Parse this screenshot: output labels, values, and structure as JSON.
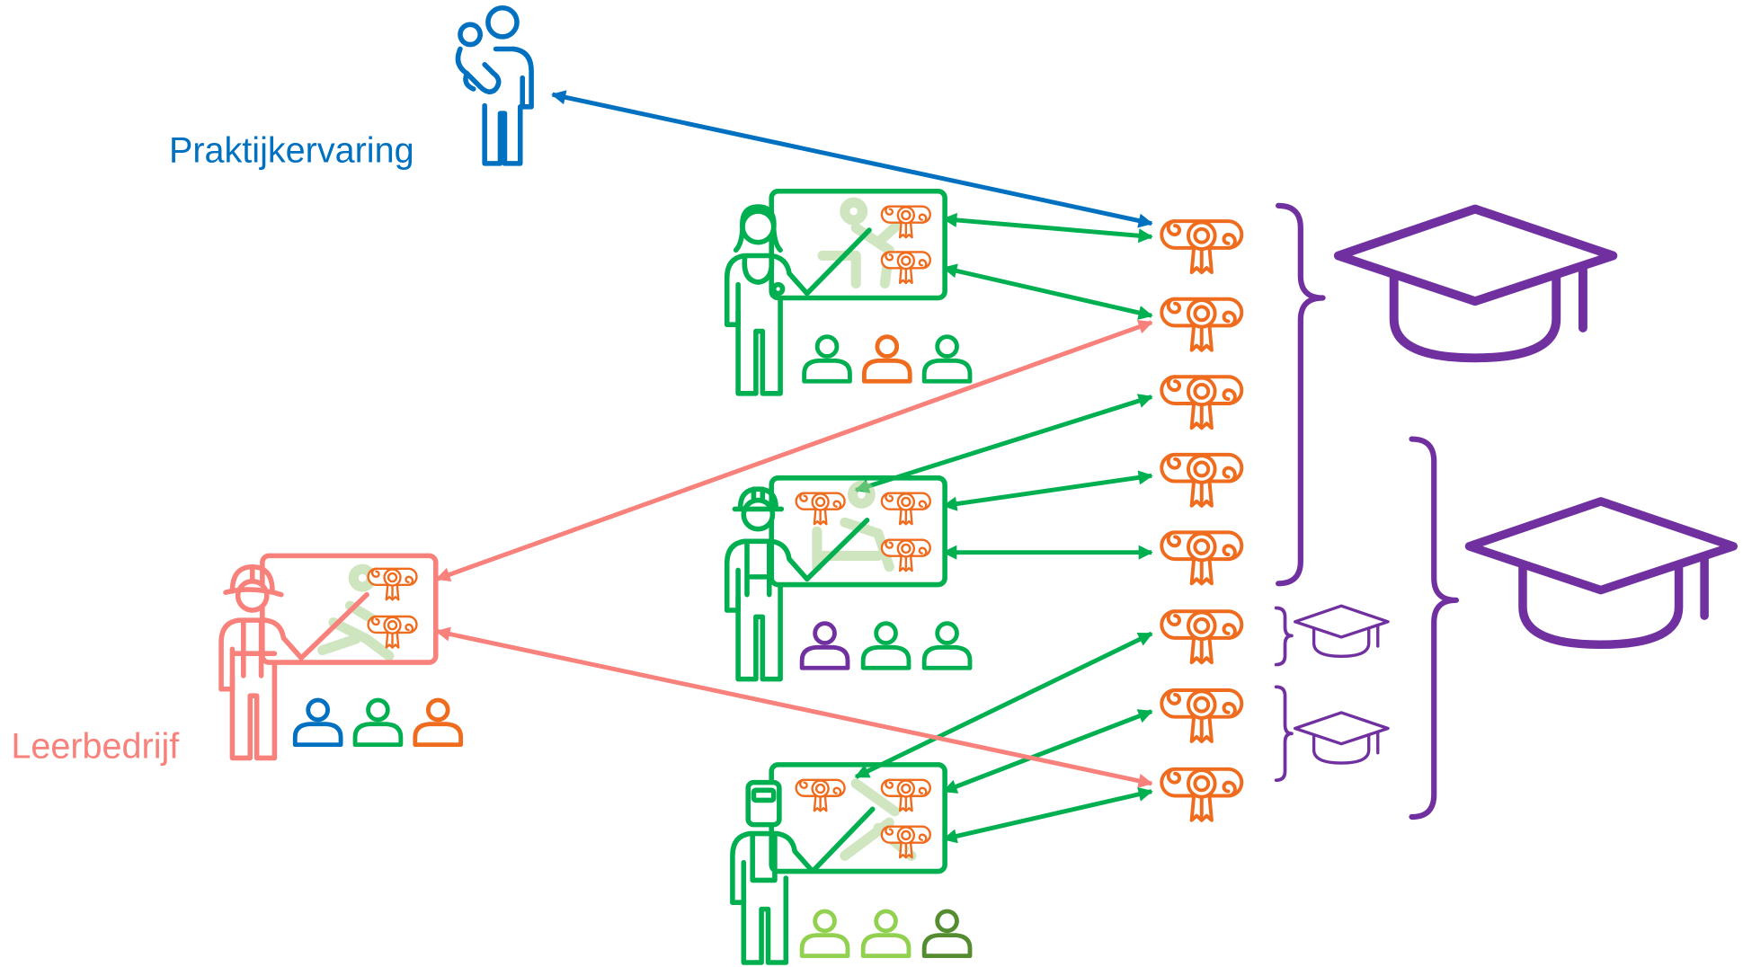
{
  "labels": {
    "practice_experience": "Praktijkervaring",
    "training_company": "Leerbedrijf"
  },
  "colors": {
    "blue": "#0070C0",
    "salmon": "#F8817B",
    "green": "#00B050",
    "orange": "#EF6C1F",
    "purple": "#7030A0",
    "light_green": "#92D050",
    "dark_green": "#548C2F",
    "faint_green": "#A9D18E"
  },
  "icons": {
    "parent": "parent-with-child-icon",
    "teachers": [
      "nurse-teacher-icon",
      "construction-worker-teacher-icon",
      "welder-teacher-icon",
      "firefighter-teacher-icon"
    ],
    "certificate": "certificate-icon",
    "qualification": "graduation-cap-icon",
    "student": "student-icon"
  },
  "groups": [
    {
      "teacher": "nurse-teacher-icon",
      "student_colors": [
        "green",
        "orange",
        "green"
      ]
    },
    {
      "teacher": "construction-worker-teacher-icon",
      "student_colors": [
        "purple",
        "green",
        "green"
      ]
    },
    {
      "teacher": "welder-teacher-icon",
      "student_colors": [
        "light_green",
        "light_green",
        "dark_green"
      ]
    },
    {
      "teacher": "firefighter-teacher-icon",
      "student_colors": [
        "blue",
        "green",
        "orange"
      ]
    }
  ]
}
